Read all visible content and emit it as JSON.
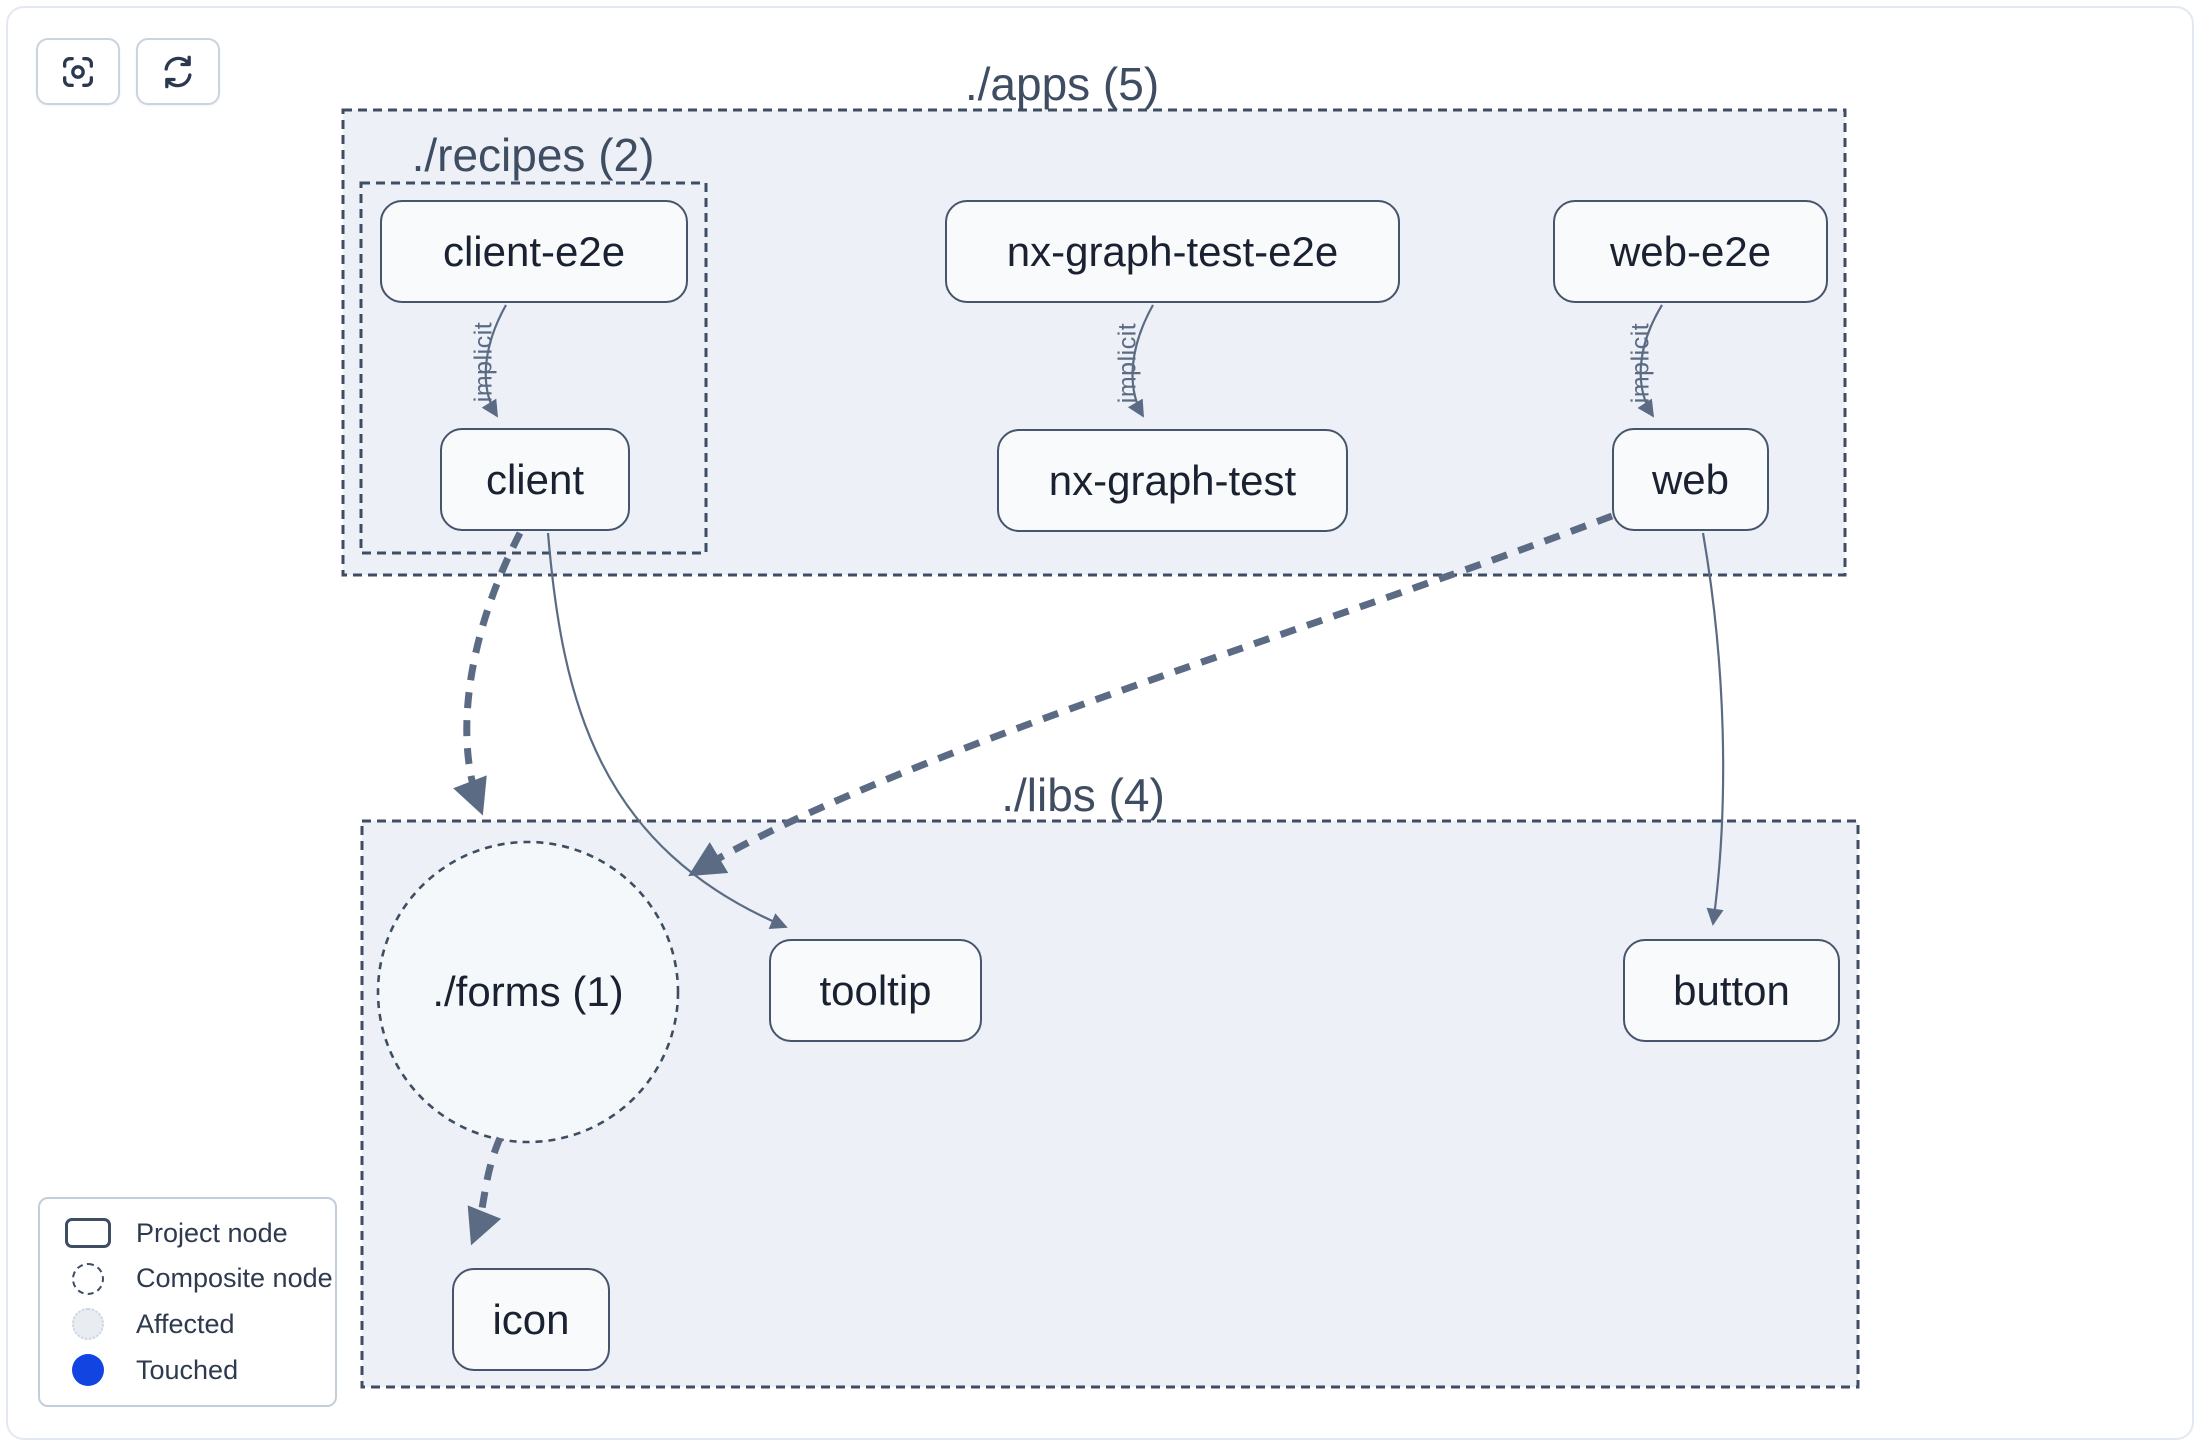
{
  "toolbar": {
    "focus_button": {
      "icon": "crosshair-focus-icon"
    },
    "refresh_button": {
      "icon": "refresh-icon"
    }
  },
  "graph": {
    "edge_label": "implicit",
    "groups": {
      "apps": {
        "label": "./apps (5)"
      },
      "recipes": {
        "label": "./recipes (2)"
      },
      "libs": {
        "label": "./libs (4)"
      }
    },
    "composite_nodes": [
      {
        "label": "./forms (1)"
      }
    ],
    "nodes": [
      {
        "label": "client-e2e"
      },
      {
        "label": "client"
      },
      {
        "label": "nx-graph-test-e2e"
      },
      {
        "label": "nx-graph-test"
      },
      {
        "label": "web-e2e"
      },
      {
        "label": "web"
      },
      {
        "label": "tooltip"
      },
      {
        "label": "button"
      },
      {
        "label": "icon"
      }
    ],
    "edges": [
      {
        "from": "client-e2e",
        "to": "client",
        "type": "implicit"
      },
      {
        "from": "nx-graph-test-e2e",
        "to": "nx-graph-test",
        "type": "implicit"
      },
      {
        "from": "web-e2e",
        "to": "web",
        "type": "implicit"
      },
      {
        "from": "client",
        "to": "./forms (1)",
        "type": "dependency-composite"
      },
      {
        "from": "client",
        "to": "tooltip",
        "type": "dependency"
      },
      {
        "from": "web",
        "to": "./forms (1)",
        "type": "dependency-composite"
      },
      {
        "from": "web",
        "to": "button",
        "type": "dependency"
      },
      {
        "from": "./forms (1)",
        "to": "icon",
        "type": "dependency-composite"
      }
    ]
  },
  "legend": {
    "items": [
      {
        "label": "Project node",
        "icon": "project-node-icon"
      },
      {
        "label": "Composite node",
        "icon": "composite-node-icon"
      },
      {
        "label": "Affected",
        "icon": "affected-icon"
      },
      {
        "label": "Touched",
        "icon": "touched-icon"
      }
    ]
  },
  "colors": {
    "group_fill": "#edf1f7",
    "group_border": "#3f4d63",
    "composite_fill": "#f5f8fb",
    "node_fill": "#f9fafc",
    "node_border": "#46546c",
    "node_text": "#1a2232",
    "edge": "#5b6b84",
    "touched_blue": "#1144e0",
    "affected_fill": "#e9edf2",
    "card_border": "#e3e9f0"
  }
}
